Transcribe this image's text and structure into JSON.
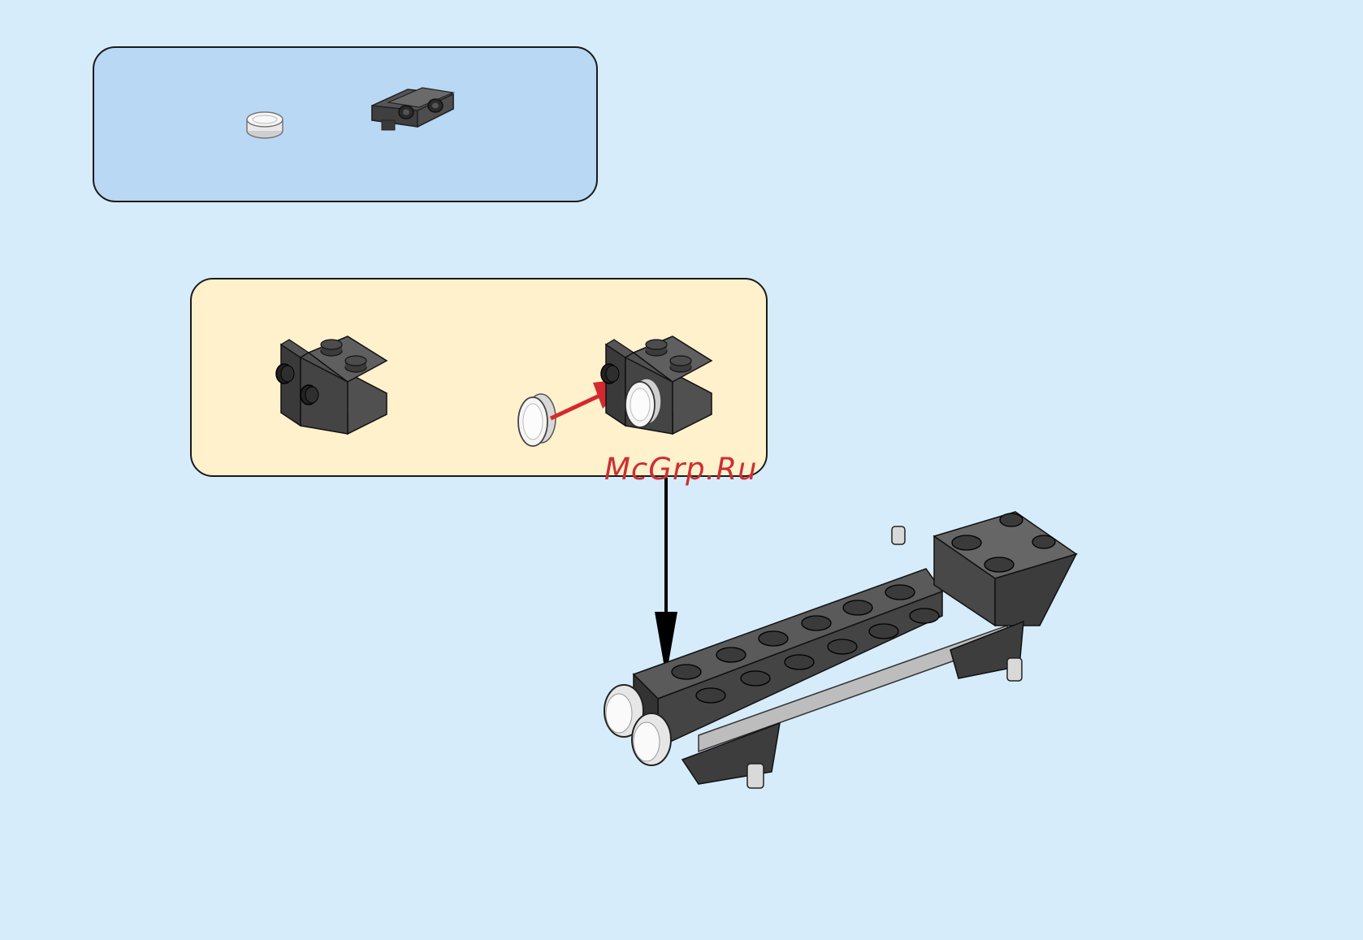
{
  "parts_list": {
    "items": [
      {
        "part": "round-tile-1x1",
        "color": "#f2f2f2"
      },
      {
        "part": "bracket-1x2-inverted",
        "color": "#4d4d4d"
      }
    ]
  },
  "sub_assembly": {
    "arrow_color": "#d42a2f"
  },
  "main_model": {
    "connector_arrow_color": "#000000",
    "model_color": "#4a4a4a"
  },
  "watermark": {
    "text": "McGrp.Ru",
    "color": "#cc2f33"
  }
}
